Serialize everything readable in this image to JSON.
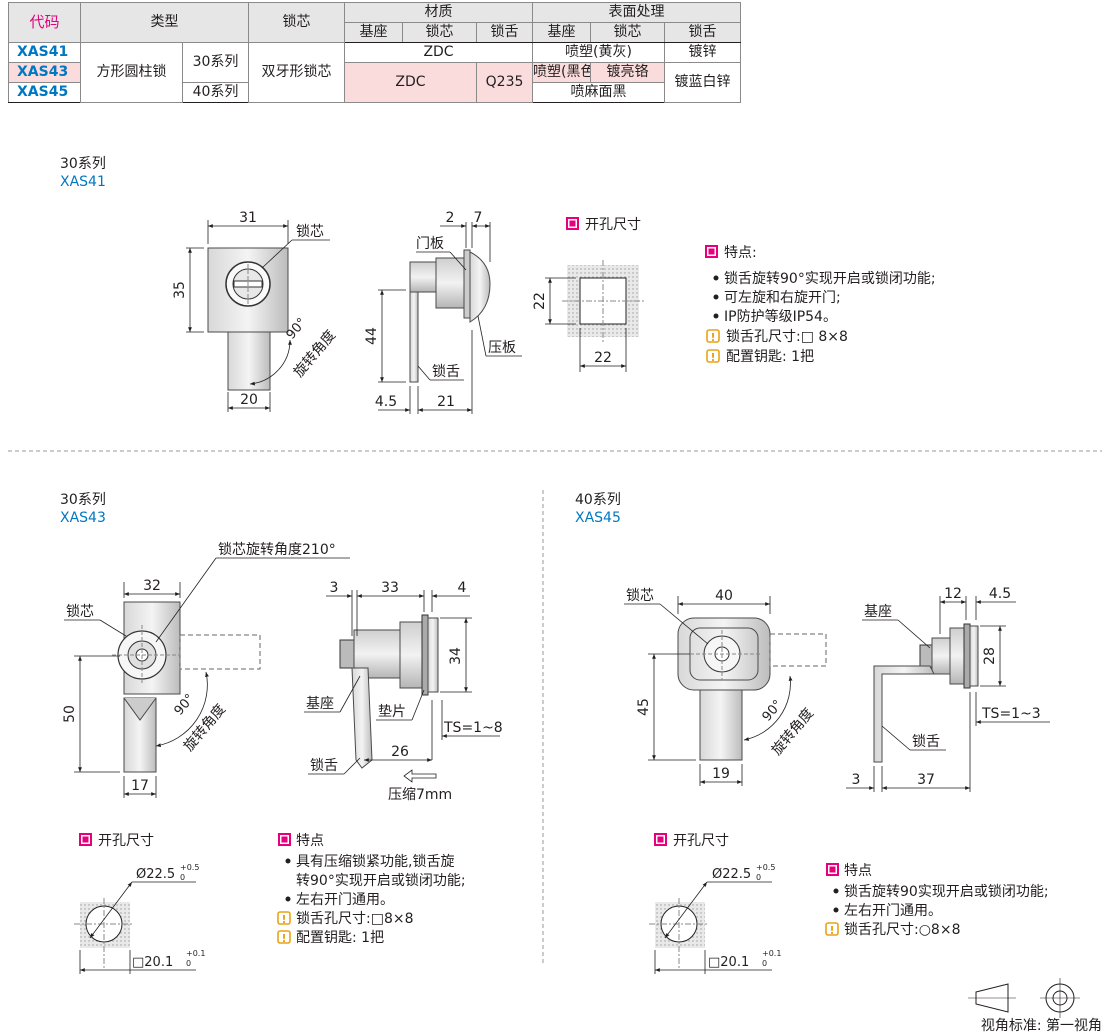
{
  "table": {
    "headers": {
      "code": "代码",
      "type": "类型",
      "core": "锁芯",
      "material": "材质",
      "surface": "表面处理"
    },
    "subheaders": {
      "mat_base": "基座",
      "mat_core": "锁芯",
      "mat_tongue": "锁舌",
      "sur_base": "基座",
      "sur_core": "锁芯",
      "sur_tongue": "锁舌"
    },
    "rows": [
      {
        "code": "XAS41"
      },
      {
        "code": "XAS43"
      },
      {
        "code": "XAS45"
      }
    ],
    "type_name": "方形圆柱锁",
    "series30": "30系列",
    "series40": "40系列",
    "core_name": "双牙形锁芯",
    "zdc_row1": "ZDC",
    "zdc_row23": "ZDC",
    "q235": "Q235",
    "sur_row1": "喷塑(黄灰)",
    "zinc_row1": "镀锌",
    "sur_row2_base": "喷塑(黑色)",
    "sur_row2_core": "镀亮铬",
    "zinc_blue": "镀蓝白锌",
    "sur_row3": "喷麻面黑"
  },
  "s1": {
    "series": "30系列",
    "code": "XAS41",
    "front": {
      "w": "31",
      "h": "35",
      "bottom": "20",
      "core": "锁芯",
      "angle": "90°",
      "rot": "旋转角度"
    },
    "side": {
      "d1": "2",
      "d2": "7",
      "door": "门板",
      "h": "44",
      "plate": "压板",
      "tongue": "锁舌",
      "b1": "4.5",
      "b2": "21"
    },
    "hole": {
      "title": "开孔尺寸",
      "v": "22",
      "h": "22"
    },
    "features": {
      "title": "特点:",
      "items": [
        "锁舌旋转90°实现开启或锁闭功能;",
        "可左旋和右旋开门;",
        "IP防护等级IP54。"
      ],
      "notes": [
        "锁舌孔尺寸:□ 8×8",
        "配置钥匙: 1把"
      ]
    }
  },
  "s2": {
    "series": "30系列",
    "code": "XAS43",
    "front": {
      "rot210": "锁芯旋转角度210°",
      "w": "32",
      "core": "锁芯",
      "h": "50",
      "bottom": "17",
      "angle": "90°",
      "rot": "旋转角度"
    },
    "side": {
      "d1": "3",
      "d2": "33",
      "d3": "4",
      "h": "34",
      "base": "基座",
      "washer": "垫片",
      "ts": "TS=1~8",
      "len": "26",
      "tongue": "锁舌",
      "compress": "压缩7mm"
    },
    "hole": {
      "title": "开孔尺寸",
      "dia": "Ø22.5",
      "dia_tol_up": "+0.5",
      "dia_tol_dn": "0",
      "sq": "□20.1",
      "sq_tol_up": "+0.1",
      "sq_tol_dn": "0"
    },
    "features": {
      "title": "特点",
      "items": [
        "具有压缩锁紧功能,锁舌旋",
        "转90°实现开启或锁闭功能;",
        "左右开门通用。"
      ],
      "notes": [
        "锁舌孔尺寸:□8×8",
        "配置钥匙: 1把"
      ]
    }
  },
  "s3": {
    "series": "40系列",
    "code": "XAS45",
    "front": {
      "core": "锁芯",
      "w": "40",
      "h": "45",
      "bottom": "19",
      "angle": "90°",
      "rot": "旋转角度"
    },
    "side": {
      "d1": "12",
      "d2": "4.5",
      "base": "基座",
      "h": "28",
      "ts": "TS=1~3",
      "tongue": "锁舌",
      "b1": "3",
      "b2": "37"
    },
    "hole": {
      "title": "开孔尺寸",
      "dia": "Ø22.5",
      "dia_tol_up": "+0.5",
      "dia_tol_dn": "0",
      "sq": "□20.1",
      "sq_tol_up": "+0.1",
      "sq_tol_dn": "0"
    },
    "features": {
      "title": "特点",
      "items": [
        "锁舌旋转90实现开启或锁闭功能;",
        "左右开门通用。"
      ],
      "notes": [
        "锁舌孔尺寸:○8×8"
      ]
    }
  },
  "view_standard": "视角标准: 第一视角",
  "colors": {
    "accent": "#e6007e",
    "code_blue": "#0078c1",
    "highlight": "#fbdcdc",
    "header_gray": "#e6e6e6",
    "note_orange": "#e8a317"
  }
}
